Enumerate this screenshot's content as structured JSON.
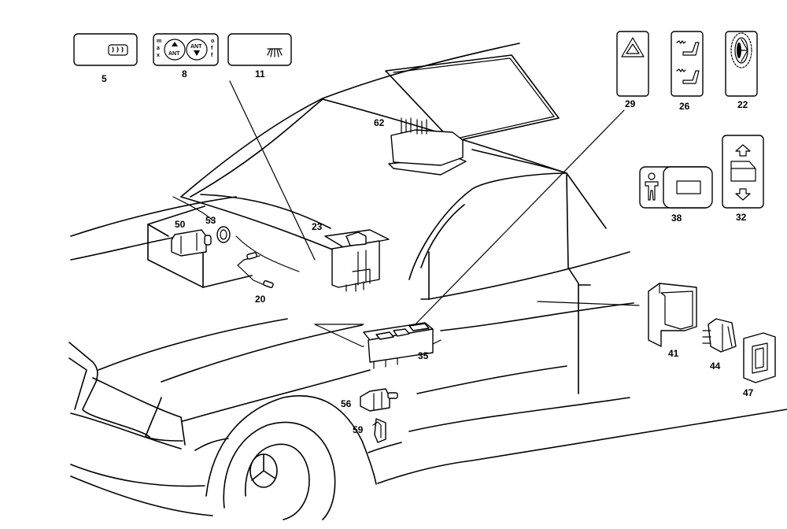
{
  "diagram": {
    "title": "",
    "subject": "car interior/exterior switch locations (exploded parts view)",
    "parts": [
      {
        "id": "5",
        "label": "5",
        "depicts": "rear window defroster switch"
      },
      {
        "id": "8",
        "label": "8",
        "depicts": "antenna switch",
        "texts": {
          "left": "max",
          "right": "off",
          "btn_up": "ANT",
          "btn_down": "ANT"
        }
      },
      {
        "id": "11",
        "label": "11",
        "depicts": "interior light switch"
      },
      {
        "id": "29",
        "label": "29",
        "depicts": "hazard warning switch"
      },
      {
        "id": "26",
        "label": "26",
        "depicts": "seat heater switch"
      },
      {
        "id": "22",
        "label": "22",
        "depicts": "headlamp/wiper switch"
      },
      {
        "id": "38",
        "label": "38",
        "depicts": "child safety lock switch"
      },
      {
        "id": "32",
        "label": "32",
        "depicts": "window lifter switch"
      },
      {
        "id": "62",
        "label": "62",
        "depicts": "sunroof switch"
      },
      {
        "id": "50",
        "label": "50",
        "depicts": "ignition switch"
      },
      {
        "id": "53",
        "label": "53",
        "depicts": "ring"
      },
      {
        "id": "20",
        "label": "20",
        "depicts": "lead/sensor"
      },
      {
        "id": "23",
        "label": "23",
        "depicts": "switch module"
      },
      {
        "id": "35",
        "label": "35",
        "depicts": "power window switch block"
      },
      {
        "id": "41",
        "label": "41",
        "depicts": "switch housing"
      },
      {
        "id": "44",
        "label": "44",
        "depicts": "switch"
      },
      {
        "id": "47",
        "label": "47",
        "depicts": "cover frame"
      },
      {
        "id": "56",
        "label": "56",
        "depicts": "door contact switch"
      },
      {
        "id": "59",
        "label": "59",
        "depicts": "clip"
      }
    ]
  }
}
